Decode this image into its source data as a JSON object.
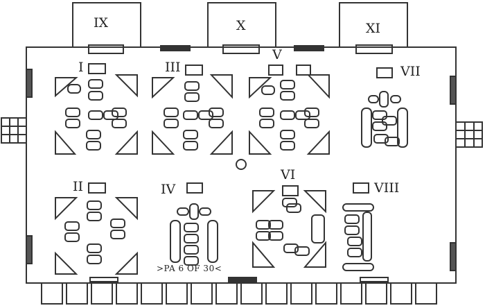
{
  "diagram": {
    "connector_labels": {
      "ix": "IX",
      "x": "X",
      "xi": "XI"
    },
    "block_labels": {
      "i": "I",
      "ii": "II",
      "iii": "III",
      "iv": "IV",
      "v": "V",
      "vi": "VI",
      "vii": "VII",
      "viii": "VIII"
    },
    "stamp": ">PA 6 OF 30<"
  }
}
